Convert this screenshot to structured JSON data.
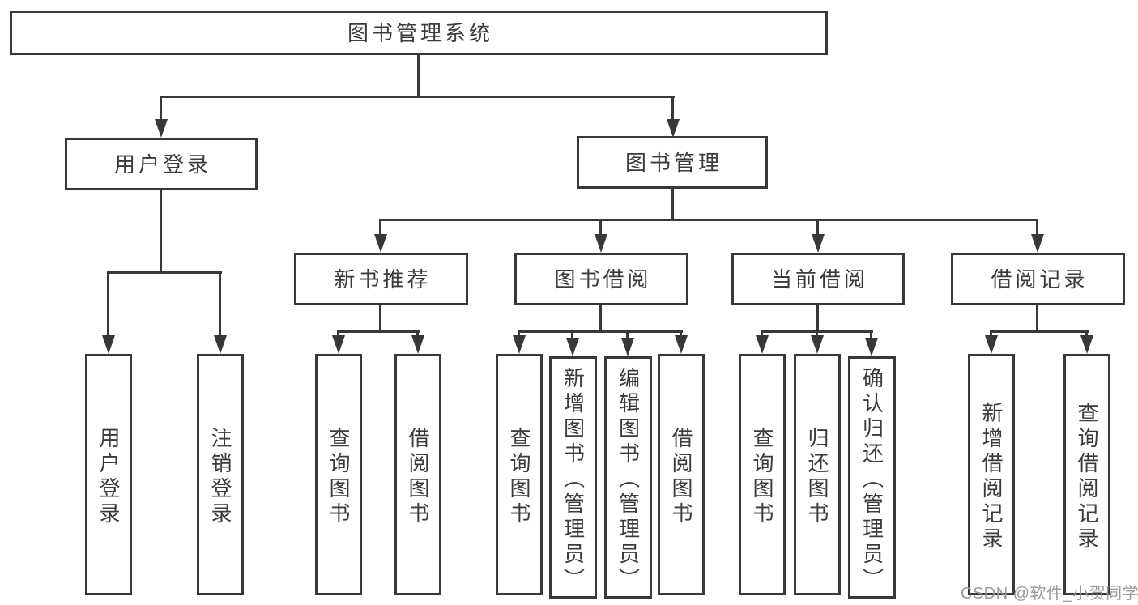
{
  "tree": {
    "root": "图书管理系统",
    "branches": [
      {
        "label": "用户登录",
        "leaves": [
          "用户登录",
          "注销登录"
        ]
      },
      {
        "label": "图书管理",
        "groups": [
          {
            "label": "新书推荐",
            "leaves": [
              "查询图书",
              "借阅图书"
            ]
          },
          {
            "label": "图书借阅",
            "leaves": [
              "查询图书",
              "新增图书（管理员）",
              "编辑图书（管理员）",
              "借阅图书"
            ]
          },
          {
            "label": "当前借阅",
            "leaves": [
              "查询图书",
              "归还图书",
              "确认归还（管理员）"
            ]
          },
          {
            "label": "借阅记录",
            "leaves": [
              "新增借阅记录",
              "查询借阅记录"
            ]
          }
        ]
      }
    ]
  },
  "watermark": "CSDN @软件_小贺同学",
  "colors": {
    "line": "#383838",
    "text": "#3b3b3b",
    "watermark": "#9a9a9a",
    "background": "#ffffff"
  }
}
